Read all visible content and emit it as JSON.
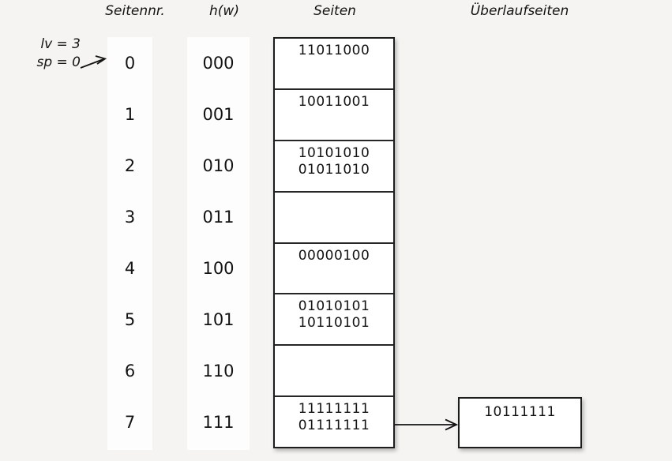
{
  "diagram": {
    "headers": {
      "seitennr": "Seitennr.",
      "hw": "h(w)",
      "seiten": "Seiten",
      "ueberlauf": "Überlaufseiten"
    },
    "annotation": {
      "line1": "lv = 3",
      "line2": "sp = 0"
    },
    "rows": [
      {
        "nr": "0",
        "hw": "000",
        "entries": [
          "11011000"
        ]
      },
      {
        "nr": "1",
        "hw": "001",
        "entries": [
          "10011001"
        ]
      },
      {
        "nr": "2",
        "hw": "010",
        "entries": [
          "10101010",
          "01011010"
        ]
      },
      {
        "nr": "3",
        "hw": "011",
        "entries": []
      },
      {
        "nr": "4",
        "hw": "100",
        "entries": [
          "00000100"
        ]
      },
      {
        "nr": "5",
        "hw": "101",
        "entries": [
          "01010101",
          "10110101"
        ]
      },
      {
        "nr": "6",
        "hw": "110",
        "entries": []
      },
      {
        "nr": "7",
        "hw": "111",
        "entries": [
          "11111111",
          "01111111"
        ]
      }
    ],
    "overflow": {
      "entries": [
        "10111111"
      ]
    },
    "colors": {
      "background": "#f5f4f2",
      "page_fill": "#ffffff",
      "border": "#1d1d1d",
      "text": "#131313"
    }
  }
}
